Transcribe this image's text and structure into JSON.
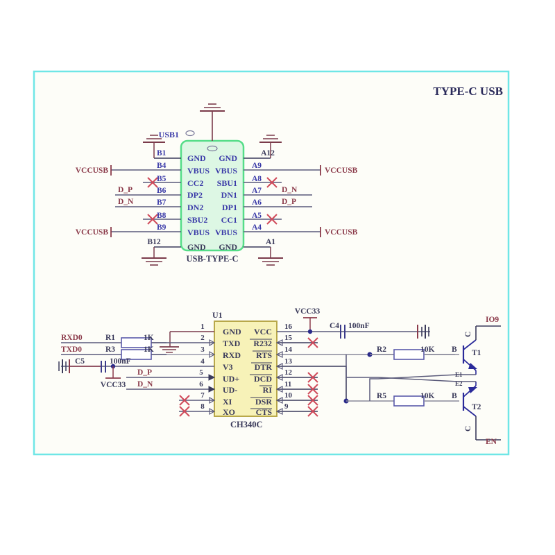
{
  "sheet": {
    "title": "TYPE-C USB",
    "frame_color": "#6fe6e6",
    "background": "#fdfdf8"
  },
  "colors": {
    "wire": "#5a5a7a",
    "wire_dark": "#3a3a5a",
    "net_label": "#8b3a4a",
    "pin_label": "#3a3aa8",
    "part_body_usb": "#ddf7e4",
    "part_border_usb": "#55dd88",
    "part_body_ic": "#f7f2b8",
    "part_border_ic": "#b8a84a",
    "nc_cross": "#d04a5a",
    "gnd": "#7a3a4a",
    "resistor": "#5a5aaa",
    "transistor": "#2a2a9a",
    "junction": "#2a2a8a",
    "title_color": "#2a2a5a"
  },
  "usb_connector": {
    "designator": "USB1",
    "part_name": "USB-TYPE-C",
    "left_pins": [
      {
        "number": "B1",
        "name": "GND",
        "net": "",
        "nc": false
      },
      {
        "number": "B4",
        "name": "VBUS",
        "net": "VCCUSB",
        "nc": false
      },
      {
        "number": "B5",
        "name": "CC2",
        "net": "",
        "nc": true
      },
      {
        "number": "B6",
        "name": "DP2",
        "net": "D_P",
        "nc": false
      },
      {
        "number": "B7",
        "name": "DN2",
        "net": "D_N",
        "nc": false
      },
      {
        "number": "B8",
        "name": "SBU2",
        "net": "",
        "nc": true
      },
      {
        "number": "B9",
        "name": "VBUS",
        "net": "VCCUSB",
        "nc": false
      },
      {
        "number": "B12",
        "name": "GND",
        "net": "",
        "nc": false
      }
    ],
    "right_pins": [
      {
        "number": "A12",
        "name": "GND",
        "net": "",
        "nc": false
      },
      {
        "number": "A9",
        "name": "VBUS",
        "net": "VCCUSB",
        "nc": false
      },
      {
        "number": "A8",
        "name": "SBU1",
        "net": "",
        "nc": true
      },
      {
        "number": "A7",
        "name": "DN1",
        "net": "D_N",
        "nc": false
      },
      {
        "number": "A6",
        "name": "DP1",
        "net": "D_P",
        "nc": false
      },
      {
        "number": "A5",
        "name": "CC1",
        "net": "",
        "nc": true
      },
      {
        "number": "A4",
        "name": "VBUS",
        "net": "VCCUSB",
        "nc": false
      },
      {
        "number": "A1",
        "name": "GND",
        "net": "",
        "nc": false
      }
    ]
  },
  "ic": {
    "designator": "U1",
    "part_name": "CH340C",
    "left_pins": [
      {
        "number": "1",
        "name": "GND",
        "overline": false
      },
      {
        "number": "2",
        "name": "TXD",
        "overline": false
      },
      {
        "number": "3",
        "name": "RXD",
        "overline": false
      },
      {
        "number": "4",
        "name": "V3",
        "overline": false
      },
      {
        "number": "5",
        "name": "UD+",
        "overline": false
      },
      {
        "number": "6",
        "name": "UD-",
        "overline": false
      },
      {
        "number": "7",
        "name": "XI",
        "overline": false
      },
      {
        "number": "8",
        "name": "XO",
        "overline": false
      }
    ],
    "right_pins": [
      {
        "number": "16",
        "name": "VCC",
        "overline": false
      },
      {
        "number": "15",
        "name": "R232",
        "overline": true
      },
      {
        "number": "14",
        "name": "RTS",
        "overline": true
      },
      {
        "number": "13",
        "name": "DTR",
        "overline": true
      },
      {
        "number": "12",
        "name": "DCD",
        "overline": true
      },
      {
        "number": "11",
        "name": "RI",
        "overline": true
      },
      {
        "number": "10",
        "name": "DSR",
        "overline": true
      },
      {
        "number": "9",
        "name": "CTS",
        "overline": true
      }
    ]
  },
  "nets": {
    "rxd0": "RXD0",
    "txd0": "TXD0",
    "dp": "D_P",
    "dn": "D_N",
    "vcc33_left": "VCC33",
    "vcc33_top": "VCC33",
    "io9": "IO9",
    "en": "EN",
    "vccusb": "VCCUSB"
  },
  "components": [
    {
      "designator": "R1",
      "value": "1K",
      "type": "resistor"
    },
    {
      "designator": "R3",
      "value": "1K",
      "type": "resistor"
    },
    {
      "designator": "C5",
      "value": "100nF",
      "type": "capacitor"
    },
    {
      "designator": "C4",
      "value": "100nF",
      "type": "capacitor"
    },
    {
      "designator": "R2",
      "value": "10K",
      "type": "resistor"
    },
    {
      "designator": "R5",
      "value": "10K",
      "type": "resistor"
    },
    {
      "designator": "T1",
      "value": "",
      "type": "transistor"
    },
    {
      "designator": "T2",
      "value": "",
      "type": "transistor"
    }
  ],
  "transistors": [
    {
      "designator": "T1",
      "collector_label": "C",
      "base_label": "B",
      "emitter_label": "E",
      "net": "IO9"
    },
    {
      "designator": "T2",
      "designator2": "T2",
      "collector_label": "C",
      "base_label": "B",
      "emitter_label": "E",
      "net": "EN"
    }
  ],
  "labels": {
    "c_top": "C",
    "b_t1": "B",
    "b_t2": "B",
    "c_bottom": "C",
    "e1": "E1",
    "e2": "E2"
  }
}
